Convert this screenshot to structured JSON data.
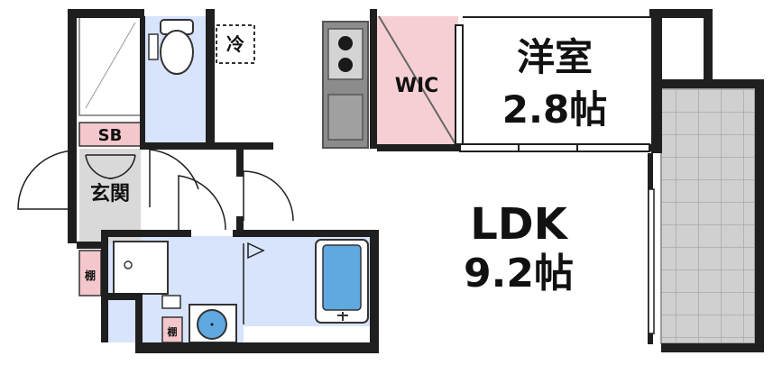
{
  "rooms": {
    "western_room": {
      "name": "洋室",
      "size": "2.8帖"
    },
    "ldk": {
      "name": "LDK",
      "size": "9.2帖"
    },
    "wic": {
      "name": "WIC"
    },
    "entrance": {
      "name": "玄関"
    },
    "shoe_box": {
      "name": "SB"
    },
    "shelf_1": {
      "name": "棚"
    },
    "shelf_2": {
      "name": "棚"
    }
  },
  "fixtures": {
    "fridge": {
      "name": "冷"
    }
  },
  "colors": {
    "wall": "#1f1f1f",
    "wet_area": "#d7e4fb",
    "wic": "#f6cfd4",
    "balcony": "#d0d0d0",
    "label_pink": "#f3c7cc",
    "kitchen": "#8c8c8c"
  }
}
